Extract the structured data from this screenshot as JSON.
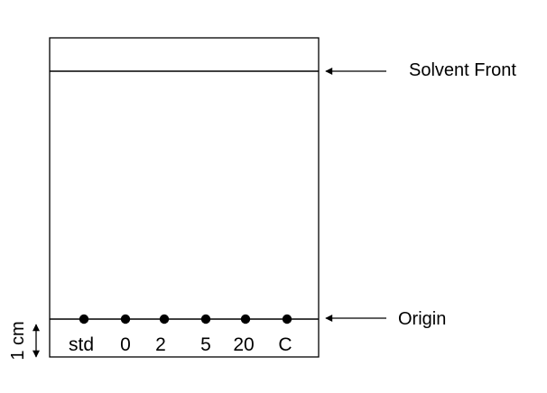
{
  "diagram": {
    "solvent_front_label": "Solvent Front",
    "origin_label": "Origin",
    "distance_label": "1 cm",
    "lanes": [
      {
        "label": "std"
      },
      {
        "label": "0"
      },
      {
        "label": "2"
      },
      {
        "label": "5"
      },
      {
        "label": "20"
      },
      {
        "label": "C"
      }
    ],
    "colors": {
      "ink": "#000000",
      "background": "#ffffff"
    }
  }
}
